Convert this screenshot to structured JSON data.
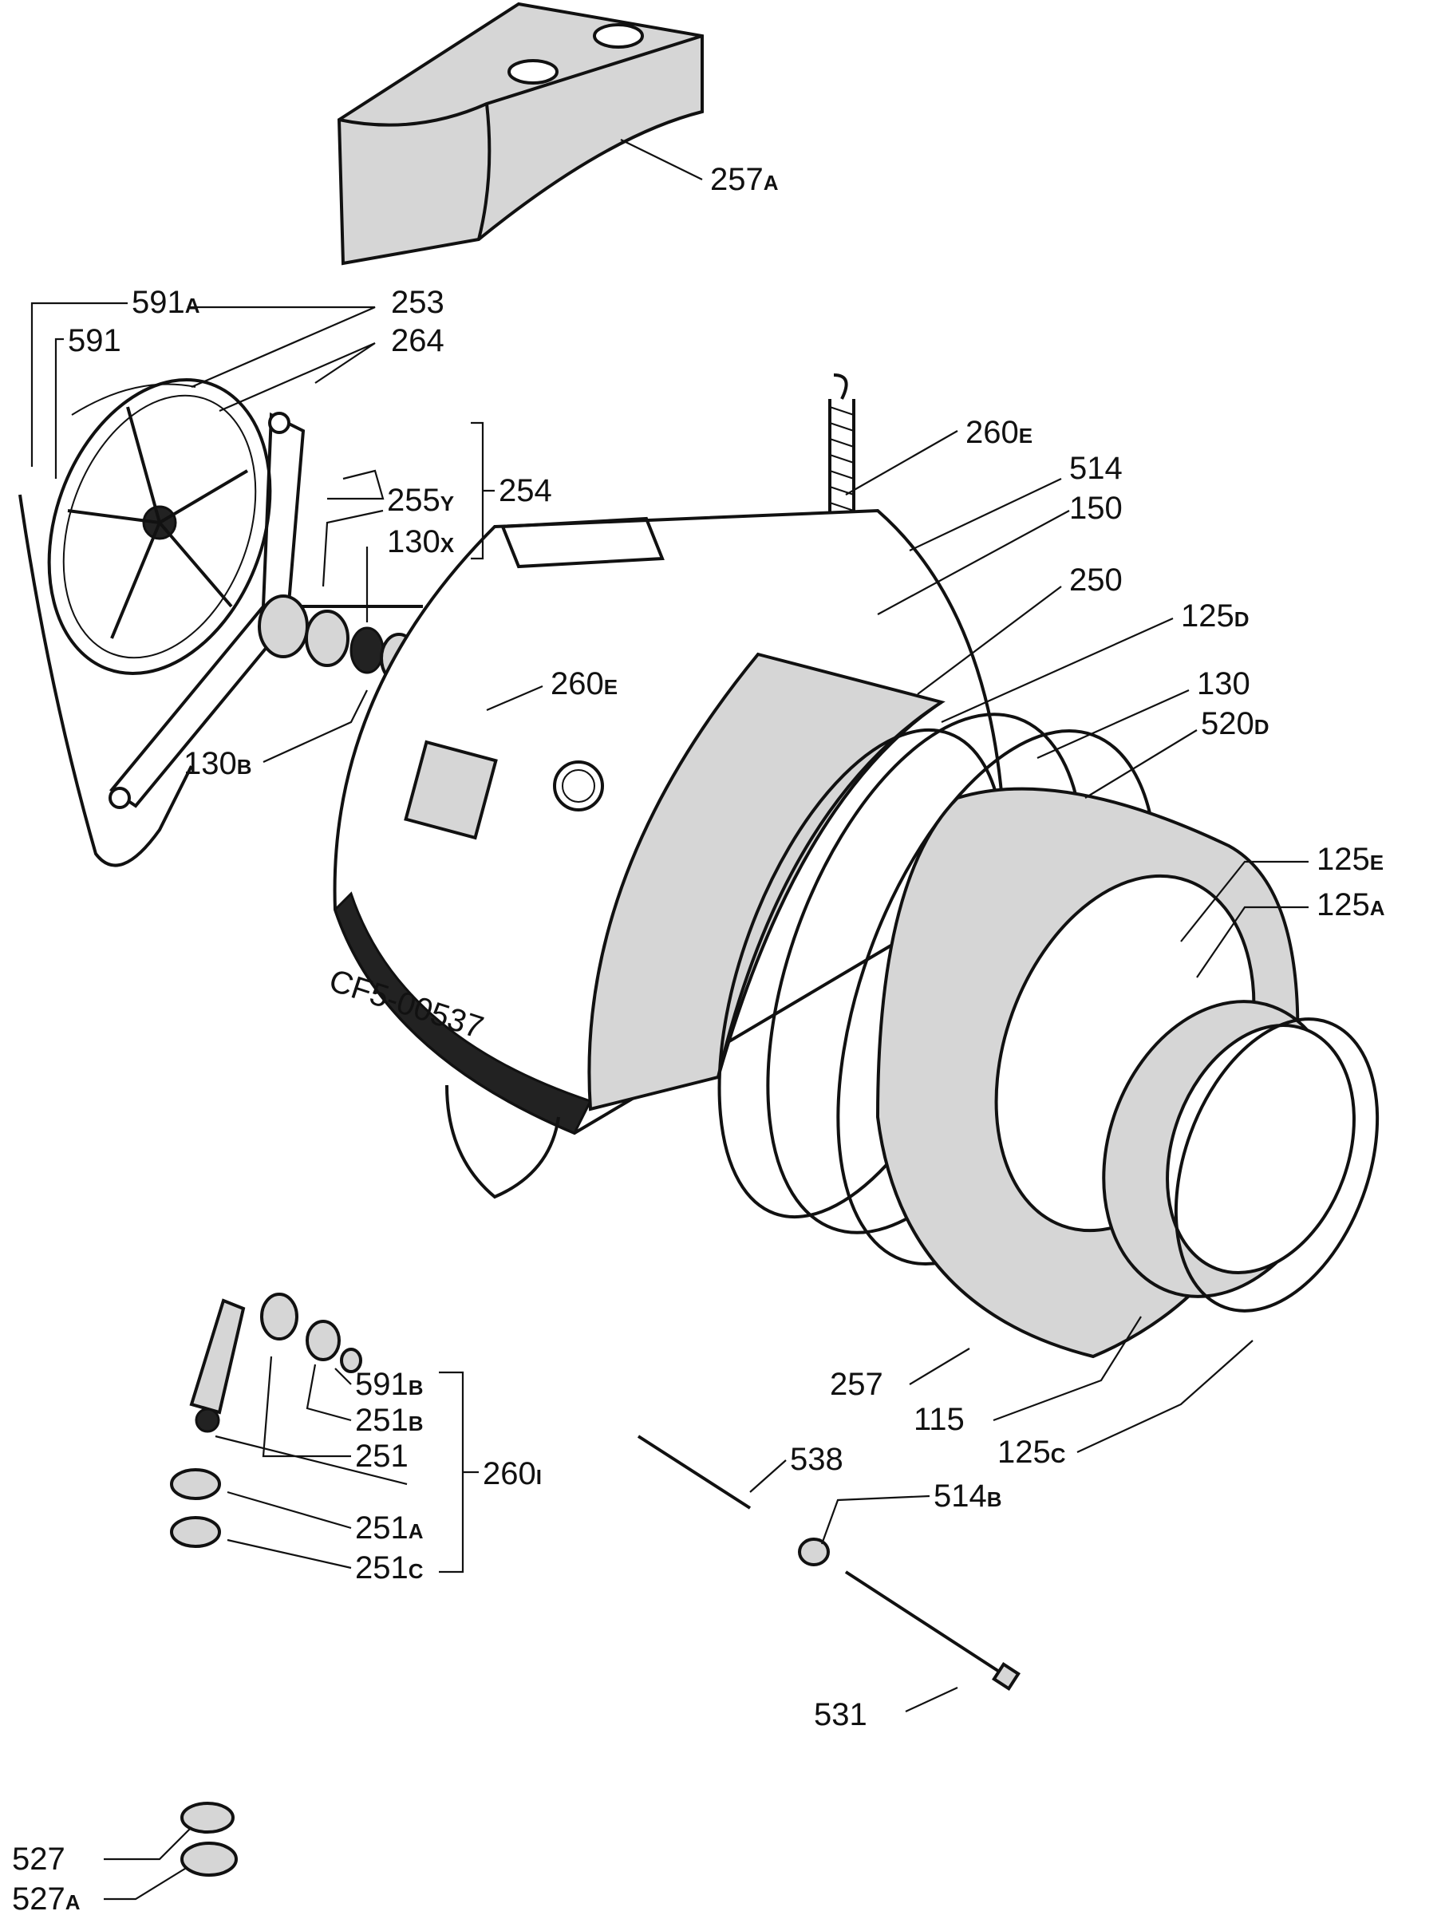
{
  "drawing_code": "CF5-00537",
  "labels": {
    "p257a": {
      "num": "257",
      "suf": "A"
    },
    "p591a": {
      "num": "591",
      "suf": "A"
    },
    "p253": {
      "num": "253",
      "suf": ""
    },
    "p591": {
      "num": "591",
      "suf": ""
    },
    "p264": {
      "num": "264",
      "suf": ""
    },
    "p254": {
      "num": "254",
      "suf": ""
    },
    "p255y": {
      "num": "255",
      "suf": "Y"
    },
    "p130x": {
      "num": "130",
      "suf": "X"
    },
    "p130b": {
      "num": "130",
      "suf": "B"
    },
    "p260e_top": {
      "num": "260",
      "suf": "E"
    },
    "p514": {
      "num": "514",
      "suf": ""
    },
    "p150": {
      "num": "150",
      "suf": ""
    },
    "p250": {
      "num": "250",
      "suf": ""
    },
    "p125d": {
      "num": "125",
      "suf": "D"
    },
    "p260e_mid": {
      "num": "260",
      "suf": "E"
    },
    "p130": {
      "num": "130",
      "suf": ""
    },
    "p520d": {
      "num": "520",
      "suf": "D"
    },
    "p125e": {
      "num": "125",
      "suf": "E"
    },
    "p125a": {
      "num": "125",
      "suf": "A"
    },
    "p257": {
      "num": "257",
      "suf": ""
    },
    "p115": {
      "num": "115",
      "suf": ""
    },
    "p125c": {
      "num": "125",
      "suf": "C"
    },
    "p591b": {
      "num": "591",
      "suf": "B"
    },
    "p251b": {
      "num": "251",
      "suf": "B"
    },
    "p251": {
      "num": "251",
      "suf": ""
    },
    "p260i": {
      "num": "260",
      "suf": "I"
    },
    "p251a": {
      "num": "251",
      "suf": "A"
    },
    "p251c": {
      "num": "251",
      "suf": "C"
    },
    "p538": {
      "num": "538",
      "suf": ""
    },
    "p514b": {
      "num": "514",
      "suf": "B"
    },
    "p531": {
      "num": "531",
      "suf": ""
    },
    "p527": {
      "num": "527",
      "suf": ""
    },
    "p527a": {
      "num": "527",
      "suf": "A"
    }
  }
}
